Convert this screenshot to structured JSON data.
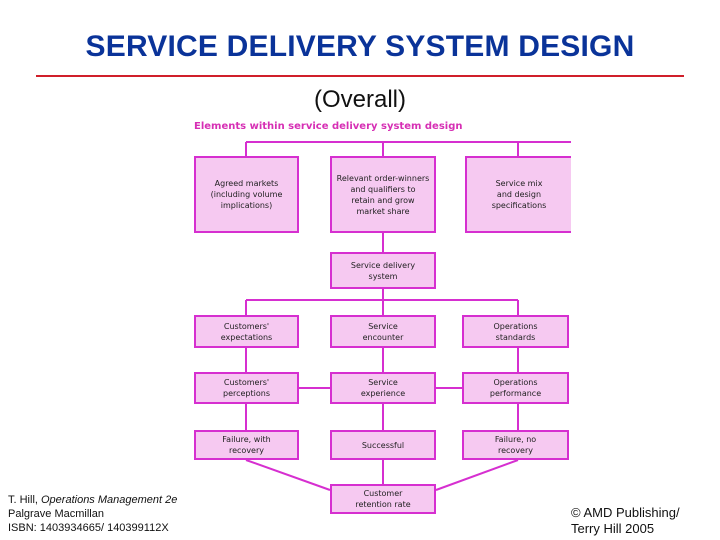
{
  "header": {
    "title": "SERVICE DELIVERY SYSTEM DESIGN",
    "subtitle": "(Overall)"
  },
  "diagram": {
    "caption": "Elements within service delivery system design",
    "boxes": {
      "agreed_markets": [
        "Agreed markets",
        "(including volume",
        "implications)"
      ],
      "order_winners": [
        "Relevant order-winners",
        "and qualifiers to",
        "retain and grow",
        "market share"
      ],
      "service_mix": [
        "Service mix",
        "and design",
        "specifications"
      ],
      "service_delivery_system": [
        "Service delivery",
        "system"
      ],
      "customers_expectations": [
        "Customers'",
        "expectations"
      ],
      "service_encounter": [
        "Service",
        "encounter"
      ],
      "operations_standards": [
        "Operations",
        "standards"
      ],
      "customers_perceptions": [
        "Customers'",
        "perceptions"
      ],
      "service_experience": [
        "Service",
        "experience"
      ],
      "operations_performance": [
        "Operations",
        "performance"
      ],
      "failure_with_recovery": [
        "Failure, with",
        "recovery"
      ],
      "successful": [
        "Successful"
      ],
      "failure_no_recovery": [
        "Failure, no",
        "recovery"
      ],
      "customer_retention_rate": [
        "Customer",
        "retention rate"
      ]
    },
    "colors": {
      "fill": "#f6c9f1",
      "stroke": "#d62fd0",
      "caption": "#d62fb4"
    }
  },
  "footer": {
    "source": {
      "author": "T. Hill, ",
      "book": "Operations Management 2e",
      "publisher": "Palgrave Macmillan",
      "isbn": "ISBN: 1403934665/ 140399112X"
    },
    "copyright": [
      "© AMD Publishing/",
      "Terry Hill 2005"
    ]
  },
  "theme": {
    "title_color": "#0a3399",
    "rule_color": "#d01f2a"
  }
}
